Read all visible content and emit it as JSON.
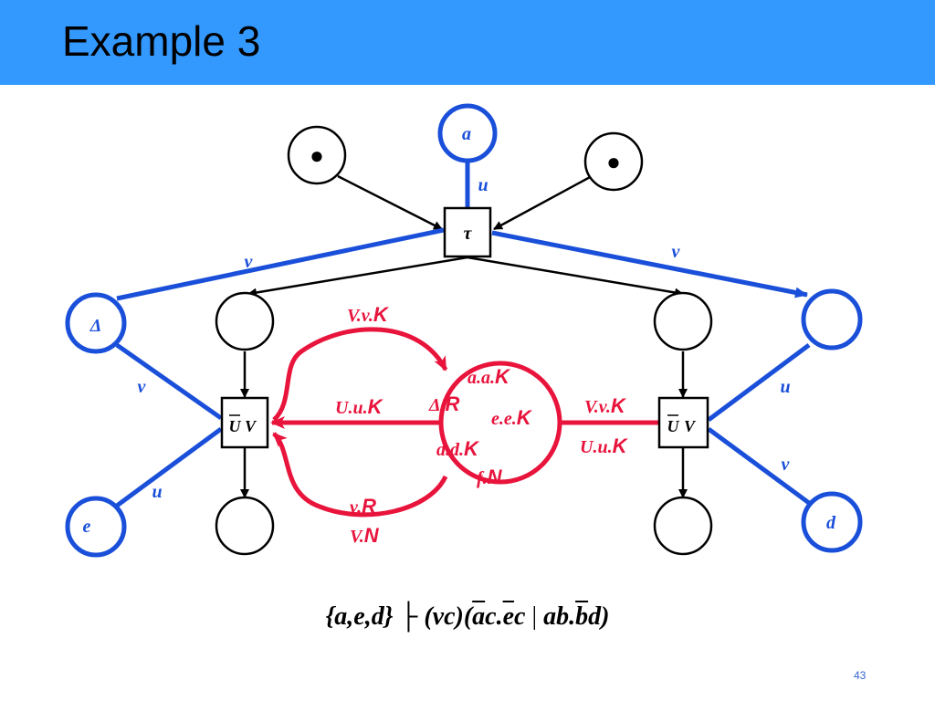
{
  "slide": {
    "title": "Example 3",
    "page_number": "43",
    "accent_color": "#3399ff",
    "blue_color": "#1a4fd9",
    "red_color": "#e8143c"
  },
  "nodes": {
    "a": "a",
    "delta": "Δ",
    "e": "e",
    "d": "d",
    "transition_top": "τ",
    "transition_left_U": "U",
    "transition_left_V": "V",
    "transition_right_U": "U",
    "transition_right_V": "V",
    "token_symbol": "●"
  },
  "edge_labels": {
    "a_u": "u",
    "delta_v_top": "v",
    "right_v_top": "v",
    "delta_v_left": "v",
    "e_u": "u",
    "right_u": "u",
    "d_v": "v"
  },
  "red_labels": {
    "top_arc": [
      "V.v.",
      "K"
    ],
    "left_edge": [
      "U.u.",
      "K"
    ],
    "bottom_arc_1": [
      "v.",
      "R"
    ],
    "bottom_arc_2": [
      "V.",
      "N"
    ],
    "right_1": [
      "V.v.",
      "K"
    ],
    "right_2": [
      "U.u.",
      "K"
    ],
    "circle_1": [
      "a.a.",
      "K"
    ],
    "circle_2": [
      "Δ.",
      "R"
    ],
    "circle_3": [
      "e.e.",
      "K"
    ],
    "circle_4": [
      "d.d.",
      "K"
    ],
    "circle_5": [
      "f.",
      "N"
    ]
  },
  "formula": {
    "part1": "{a,e,d}",
    "turnstile": " ├ ",
    "part2": "(vc)(",
    "ov1": "a",
    "t1": "c.",
    "ov2": "e",
    "t2": "c",
    "bar": " | ",
    "t3": "ab.",
    "ov3": "b",
    "t4": "d)"
  }
}
